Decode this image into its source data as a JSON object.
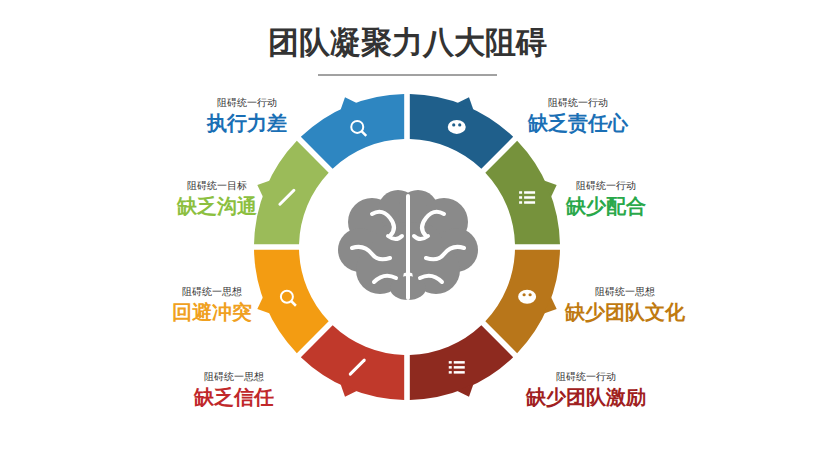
{
  "diagram": {
    "title": "团队凝聚力八大阻碍",
    "nodes": [
      {
        "text": [
          "阻碍统一行动",
          "执行力差"
        ]
      },
      {
        "text": [
          "阻碍统一行动",
          "缺乏责任心"
        ]
      },
      {
        "text": [
          "阻碍统一目标",
          "缺乏沟通"
        ]
      },
      {
        "text": [
          "阻碍统一行动",
          "缺少配合"
        ]
      },
      {
        "text": [
          "阻碍统一思想",
          "回避冲突"
        ]
      },
      {
        "text": [
          "阻碍统一思想",
          "缺少团队文化"
        ]
      },
      {
        "text": [
          "阻碍统一思想",
          "缺乏信任"
        ]
      },
      {
        "text": [
          "阻碍统一行动",
          "缺少团队激励"
        ]
      }
    ]
  }
}
